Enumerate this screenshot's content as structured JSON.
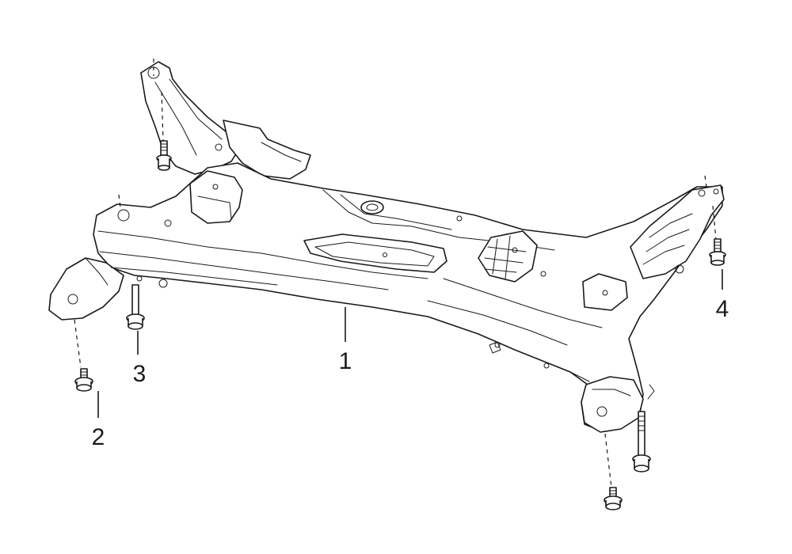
{
  "diagram": {
    "callouts": [
      {
        "id": "1",
        "text": "1",
        "part": "crossmember"
      },
      {
        "id": "2",
        "text": "2",
        "part": "mount-bolt-left"
      },
      {
        "id": "3",
        "text": "3",
        "part": "long-bolt-left"
      },
      {
        "id": "4",
        "text": "4",
        "part": "bolt-right-rear"
      }
    ]
  }
}
